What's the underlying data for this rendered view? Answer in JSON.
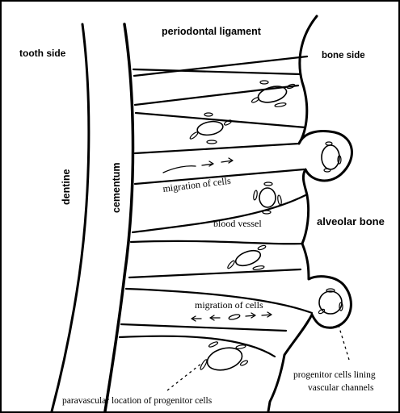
{
  "labels": {
    "tooth_side": "tooth side",
    "periodontal_ligament": "periodontal ligament",
    "bone_side": "bone side",
    "dentine": "dentine",
    "cementum": "cementum",
    "alveolar_bone": "alveolar bone",
    "migration_of_cells_upper": "migration of cells",
    "blood_vessel": "blood vessel",
    "migration_of_cells_lower": "migration of cells",
    "progenitor_lining_line1": "progenitor  cells lining",
    "progenitor_lining_line2": "vascular channels",
    "paravascular": "paravascular  location of progenitor cells"
  },
  "colors": {
    "ink": "#000000",
    "background": "#ffffff"
  }
}
